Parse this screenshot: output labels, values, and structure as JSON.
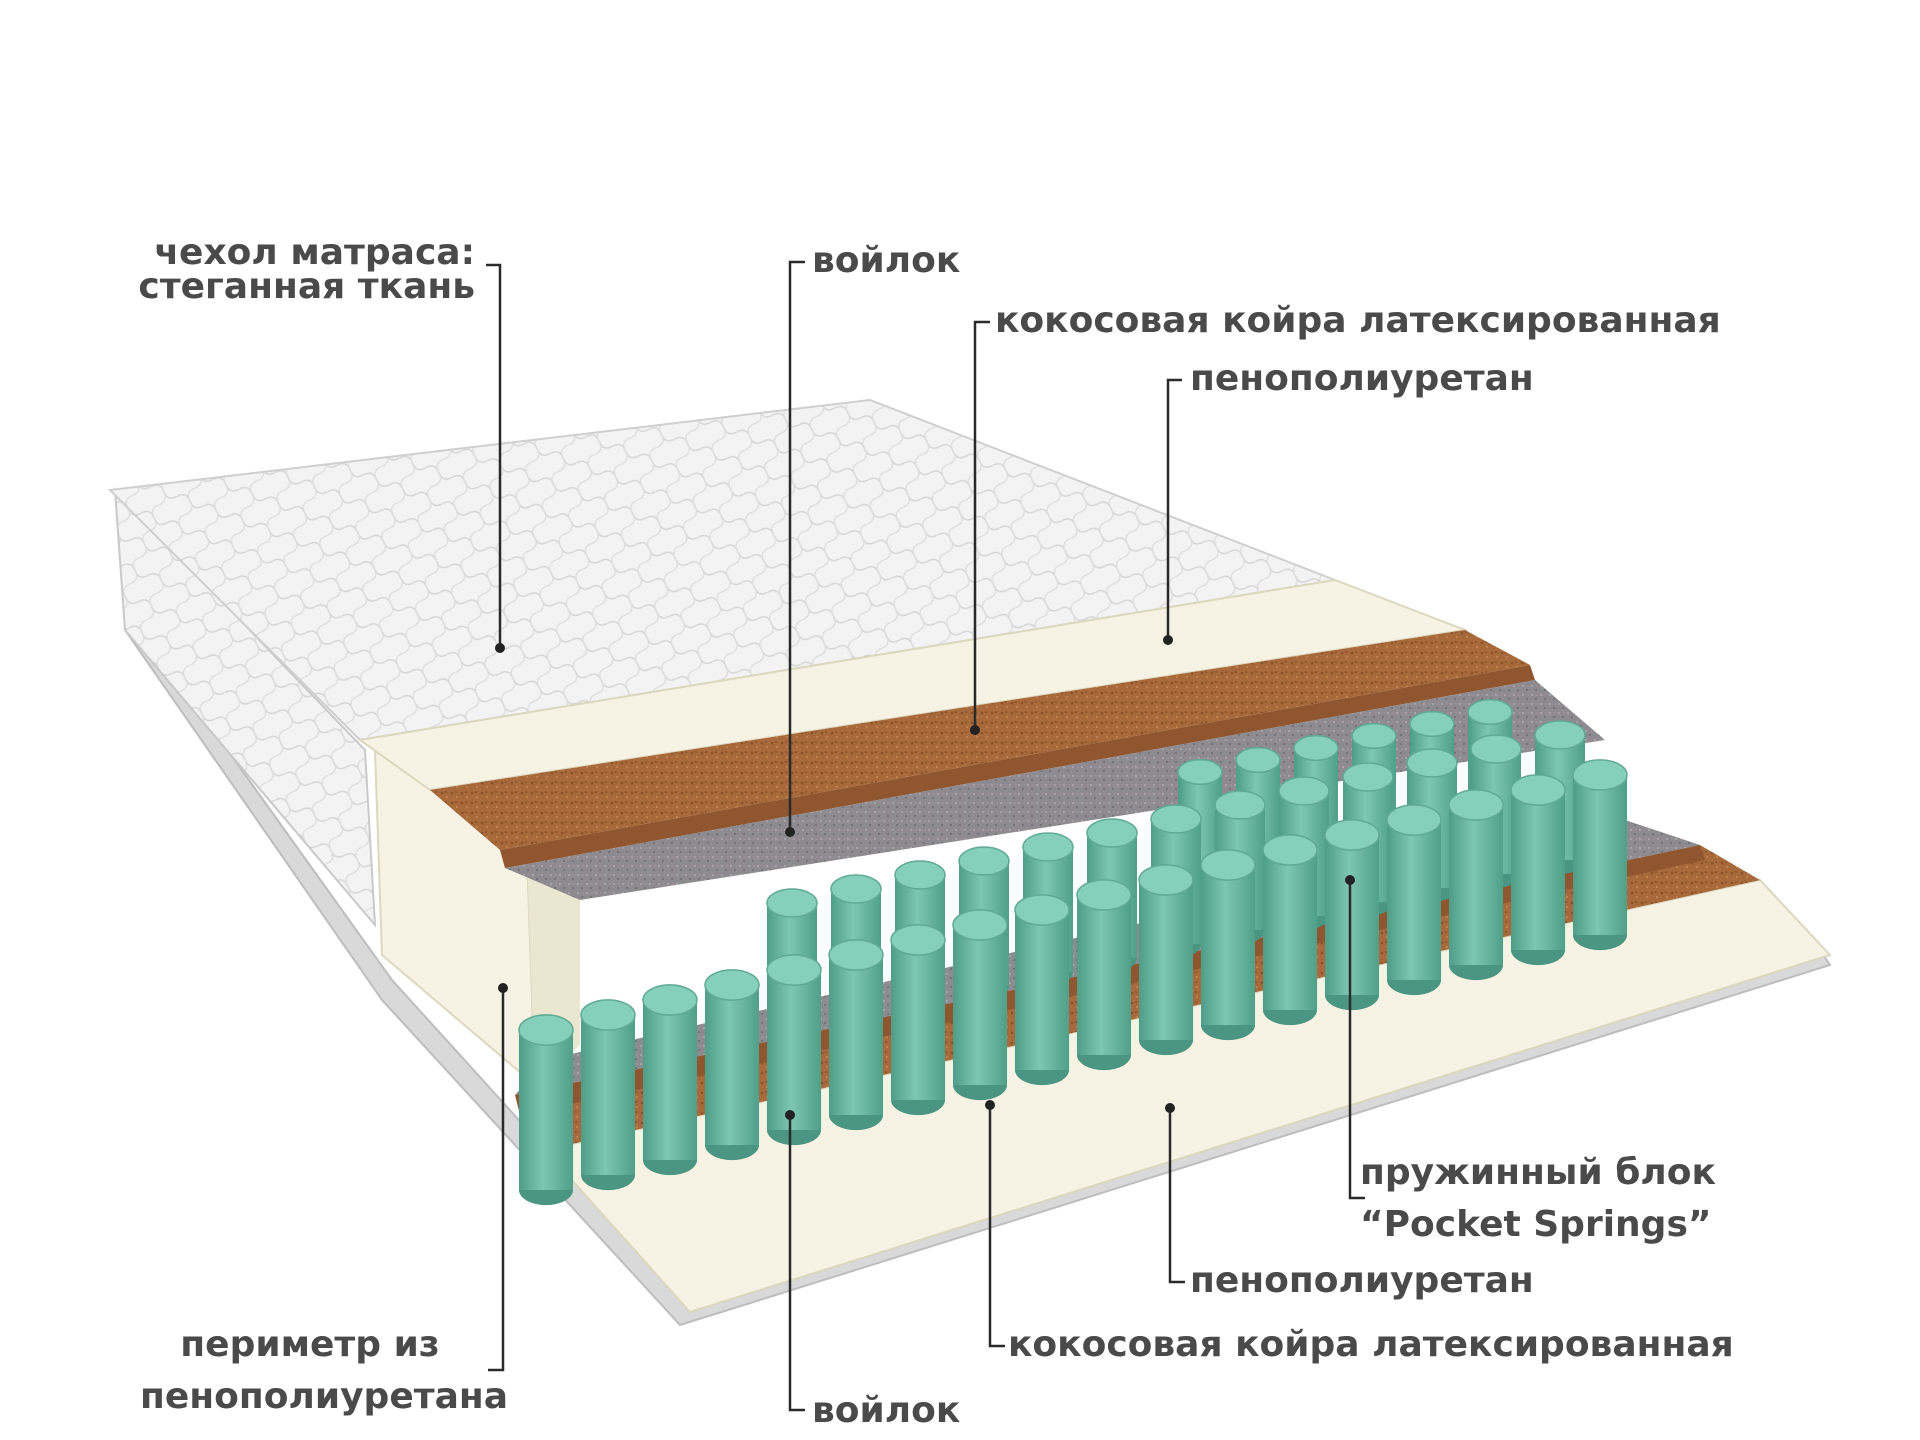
{
  "labels": {
    "cover": [
      "чехол матраса:",
      "стеганная ткань"
    ],
    "felt_top": "войлок",
    "coir_top": "кокосовая койра латексированная",
    "foam_top": "пенополиуретан",
    "spring_block": [
      "пружинный блок",
      "“Pocket Springs”"
    ],
    "foam_bottom": "пенополиуретан",
    "coir_bottom": "кокосовая койра латексированная",
    "felt_bottom": "войлок",
    "perimeter": [
      "периметр из",
      "пенополиуретана"
    ]
  },
  "colors": {
    "label_text": "#4a4a4a",
    "leader_line": "#2a2a2a",
    "quilted_cover": "#f2f2f2",
    "foam": "#f6f3e4",
    "coconut_coir": "#a86a3a",
    "felt": "#8d8b90",
    "pocket_spring": "#6fb8a3",
    "base_rim": "#d9d9d9"
  }
}
